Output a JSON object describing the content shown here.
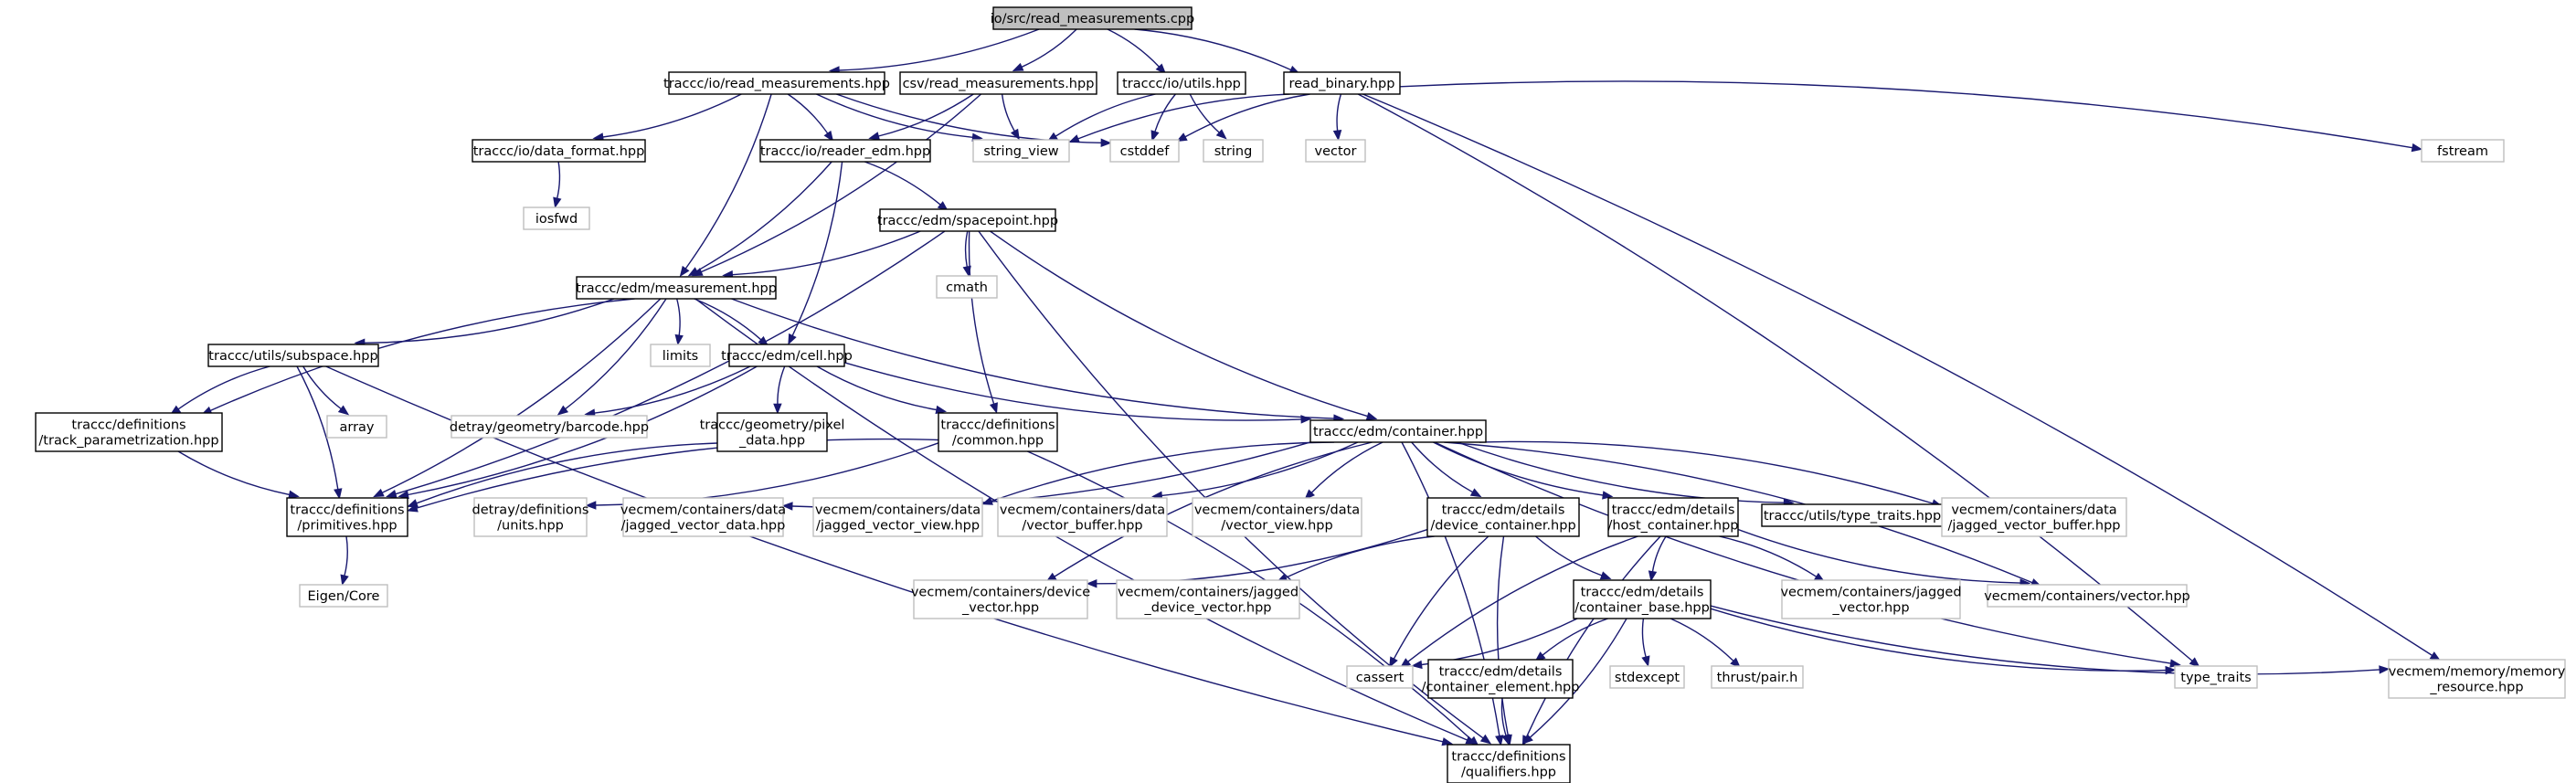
{
  "colors": {
    "edge": "#191970",
    "root_fill": "#bfbfbf",
    "node_border": "#000000",
    "external_border": "#bfbfbf",
    "background": "#ffffff"
  },
  "nodes": [
    {
      "id": "root",
      "kind": "root",
      "lines": [
        "io/src/read_measurements.cpp"
      ]
    },
    {
      "id": "io_read_meas",
      "kind": "local",
      "lines": [
        "traccc/io/read_measurements.hpp"
      ]
    },
    {
      "id": "csv_read_meas",
      "kind": "local",
      "lines": [
        "csv/read_measurements.hpp"
      ]
    },
    {
      "id": "io_utils",
      "kind": "local",
      "lines": [
        "traccc/io/utils.hpp"
      ]
    },
    {
      "id": "read_binary",
      "kind": "local",
      "lines": [
        "read_binary.hpp"
      ]
    },
    {
      "id": "data_format",
      "kind": "local",
      "lines": [
        "traccc/io/data_format.hpp"
      ]
    },
    {
      "id": "reader_edm",
      "kind": "local",
      "lines": [
        "traccc/io/reader_edm.hpp"
      ]
    },
    {
      "id": "string_view",
      "kind": "ext",
      "lines": [
        "string_view"
      ]
    },
    {
      "id": "cstddef",
      "kind": "ext",
      "lines": [
        "cstddef"
      ]
    },
    {
      "id": "string",
      "kind": "ext",
      "lines": [
        "string"
      ]
    },
    {
      "id": "vector",
      "kind": "ext",
      "lines": [
        "vector"
      ]
    },
    {
      "id": "fstream",
      "kind": "ext",
      "lines": [
        "fstream"
      ]
    },
    {
      "id": "iosfwd",
      "kind": "ext",
      "lines": [
        "iosfwd"
      ]
    },
    {
      "id": "spacepoint",
      "kind": "local",
      "lines": [
        "traccc/edm/spacepoint.hpp"
      ]
    },
    {
      "id": "cmath",
      "kind": "ext",
      "lines": [
        "cmath"
      ]
    },
    {
      "id": "measurement",
      "kind": "local",
      "lines": [
        "traccc/edm/measurement.hpp"
      ]
    },
    {
      "id": "subspace",
      "kind": "local",
      "lines": [
        "traccc/utils/subspace.hpp"
      ]
    },
    {
      "id": "limits",
      "kind": "ext",
      "lines": [
        "limits"
      ]
    },
    {
      "id": "cell",
      "kind": "local",
      "lines": [
        "traccc/edm/cell.hpp"
      ]
    },
    {
      "id": "array",
      "kind": "ext",
      "lines": [
        "array"
      ]
    },
    {
      "id": "track_param",
      "kind": "local",
      "lines": [
        "traccc/definitions",
        "/track_parametrization.hpp"
      ]
    },
    {
      "id": "barcode",
      "kind": "ext",
      "lines": [
        "detray/geometry/barcode.hpp"
      ]
    },
    {
      "id": "pixel_data",
      "kind": "local",
      "lines": [
        "traccc/geometry/pixel",
        "_data.hpp"
      ]
    },
    {
      "id": "common",
      "kind": "local",
      "lines": [
        "traccc/definitions",
        "/common.hpp"
      ]
    },
    {
      "id": "container",
      "kind": "local",
      "lines": [
        "traccc/edm/container.hpp"
      ]
    },
    {
      "id": "primitives",
      "kind": "local",
      "lines": [
        "traccc/definitions",
        "/primitives.hpp"
      ]
    },
    {
      "id": "units",
      "kind": "ext",
      "lines": [
        "detray/definitions",
        "/units.hpp"
      ]
    },
    {
      "id": "jv_data",
      "kind": "ext",
      "lines": [
        "vecmem/containers/data",
        "/jagged_vector_data.hpp"
      ]
    },
    {
      "id": "jv_view",
      "kind": "ext",
      "lines": [
        "vecmem/containers/data",
        "/jagged_vector_view.hpp"
      ]
    },
    {
      "id": "vec_buffer",
      "kind": "ext",
      "lines": [
        "vecmem/containers/data",
        "/vector_buffer.hpp"
      ]
    },
    {
      "id": "vec_view",
      "kind": "ext",
      "lines": [
        "vecmem/containers/data",
        "/vector_view.hpp"
      ]
    },
    {
      "id": "device_container",
      "kind": "local",
      "lines": [
        "traccc/edm/details",
        "/device_container.hpp"
      ]
    },
    {
      "id": "host_container",
      "kind": "local",
      "lines": [
        "traccc/edm/details",
        "/host_container.hpp"
      ]
    },
    {
      "id": "type_traits_local",
      "kind": "local",
      "lines": [
        "traccc/utils/type_traits.hpp"
      ]
    },
    {
      "id": "jv_buffer",
      "kind": "ext",
      "lines": [
        "vecmem/containers/data",
        "/jagged_vector_buffer.hpp"
      ]
    },
    {
      "id": "eigen",
      "kind": "ext",
      "lines": [
        "Eigen/Core"
      ]
    },
    {
      "id": "device_vector",
      "kind": "ext",
      "lines": [
        "vecmem/containers/device",
        "_vector.hpp"
      ]
    },
    {
      "id": "jagged_device_vector",
      "kind": "ext",
      "lines": [
        "vecmem/containers/jagged",
        "_device_vector.hpp"
      ]
    },
    {
      "id": "container_base",
      "kind": "local",
      "lines": [
        "traccc/edm/details",
        "/container_base.hpp"
      ]
    },
    {
      "id": "jagged_vector",
      "kind": "ext",
      "lines": [
        "vecmem/containers/jagged",
        "_vector.hpp"
      ]
    },
    {
      "id": "vecmem_vector",
      "kind": "ext",
      "lines": [
        "vecmem/containers/vector.hpp"
      ]
    },
    {
      "id": "cassert",
      "kind": "ext",
      "lines": [
        "cassert"
      ]
    },
    {
      "id": "container_element",
      "kind": "local",
      "lines": [
        "traccc/edm/details",
        "/container_element.hpp"
      ]
    },
    {
      "id": "stdexcept",
      "kind": "ext",
      "lines": [
        "stdexcept"
      ]
    },
    {
      "id": "thrust_pair",
      "kind": "ext",
      "lines": [
        "thrust/pair.h"
      ]
    },
    {
      "id": "type_traits",
      "kind": "ext",
      "lines": [
        "type_traits"
      ]
    },
    {
      "id": "memory_resource",
      "kind": "ext",
      "lines": [
        "vecmem/memory/memory",
        "_resource.hpp"
      ]
    },
    {
      "id": "qualifiers",
      "kind": "local",
      "lines": [
        "traccc/definitions",
        "/qualifiers.hpp"
      ]
    }
  ],
  "edges": [
    [
      "root",
      "io_read_meas"
    ],
    [
      "root",
      "csv_read_meas"
    ],
    [
      "root",
      "io_utils"
    ],
    [
      "root",
      "read_binary"
    ],
    [
      "io_read_meas",
      "data_format"
    ],
    [
      "io_read_meas",
      "reader_edm"
    ],
    [
      "io_read_meas",
      "string_view"
    ],
    [
      "io_read_meas",
      "cstddef"
    ],
    [
      "io_read_meas",
      "measurement"
    ],
    [
      "csv_read_meas",
      "reader_edm"
    ],
    [
      "csv_read_meas",
      "string_view"
    ],
    [
      "csv_read_meas",
      "measurement"
    ],
    [
      "io_utils",
      "string_view"
    ],
    [
      "io_utils",
      "cstddef"
    ],
    [
      "io_utils",
      "string"
    ],
    [
      "read_binary",
      "string_view"
    ],
    [
      "read_binary",
      "cstddef"
    ],
    [
      "read_binary",
      "vector"
    ],
    [
      "read_binary",
      "fstream"
    ],
    [
      "read_binary",
      "type_traits"
    ],
    [
      "read_binary",
      "memory_resource"
    ],
    [
      "data_format",
      "iosfwd"
    ],
    [
      "reader_edm",
      "spacepoint"
    ],
    [
      "reader_edm",
      "measurement"
    ],
    [
      "reader_edm",
      "cell"
    ],
    [
      "spacepoint",
      "measurement"
    ],
    [
      "spacepoint",
      "cmath"
    ],
    [
      "spacepoint",
      "container"
    ],
    [
      "spacepoint",
      "common"
    ],
    [
      "spacepoint",
      "primitives"
    ],
    [
      "spacepoint",
      "qualifiers"
    ],
    [
      "measurement",
      "subspace"
    ],
    [
      "measurement",
      "limits"
    ],
    [
      "measurement",
      "cell"
    ],
    [
      "measurement",
      "track_param"
    ],
    [
      "measurement",
      "barcode"
    ],
    [
      "measurement",
      "container"
    ],
    [
      "measurement",
      "primitives"
    ],
    [
      "measurement",
      "qualifiers"
    ],
    [
      "subspace",
      "track_param"
    ],
    [
      "subspace",
      "array"
    ],
    [
      "subspace",
      "primitives"
    ],
    [
      "subspace",
      "qualifiers"
    ],
    [
      "cell",
      "barcode"
    ],
    [
      "cell",
      "pixel_data"
    ],
    [
      "cell",
      "common"
    ],
    [
      "cell",
      "container"
    ],
    [
      "cell",
      "primitives"
    ],
    [
      "track_param",
      "primitives"
    ],
    [
      "pixel_data",
      "primitives"
    ],
    [
      "common",
      "primitives"
    ],
    [
      "common",
      "units"
    ],
    [
      "common",
      "qualifiers"
    ],
    [
      "container",
      "device_container"
    ],
    [
      "container",
      "host_container"
    ],
    [
      "container",
      "type_traits_local"
    ],
    [
      "container",
      "jv_data"
    ],
    [
      "container",
      "jv_view"
    ],
    [
      "container",
      "vec_buffer"
    ],
    [
      "container",
      "vec_view"
    ],
    [
      "container",
      "jv_buffer"
    ],
    [
      "container",
      "device_vector"
    ],
    [
      "container",
      "vecmem_vector"
    ],
    [
      "container",
      "type_traits"
    ],
    [
      "container",
      "qualifiers"
    ],
    [
      "primitives",
      "eigen"
    ],
    [
      "device_container",
      "container_base"
    ],
    [
      "device_container",
      "device_vector"
    ],
    [
      "device_container",
      "jagged_device_vector"
    ],
    [
      "device_container",
      "cassert"
    ],
    [
      "device_container",
      "qualifiers"
    ],
    [
      "host_container",
      "container_base"
    ],
    [
      "host_container",
      "jagged_vector"
    ],
    [
      "host_container",
      "vecmem_vector"
    ],
    [
      "host_container",
      "cassert"
    ],
    [
      "host_container",
      "qualifiers"
    ],
    [
      "container_base",
      "cassert"
    ],
    [
      "container_base",
      "container_element"
    ],
    [
      "container_base",
      "stdexcept"
    ],
    [
      "container_base",
      "thrust_pair"
    ],
    [
      "container_base",
      "type_traits"
    ],
    [
      "container_base",
      "memory_resource"
    ],
    [
      "container_base",
      "qualifiers"
    ],
    [
      "container_element",
      "qualifiers"
    ]
  ]
}
